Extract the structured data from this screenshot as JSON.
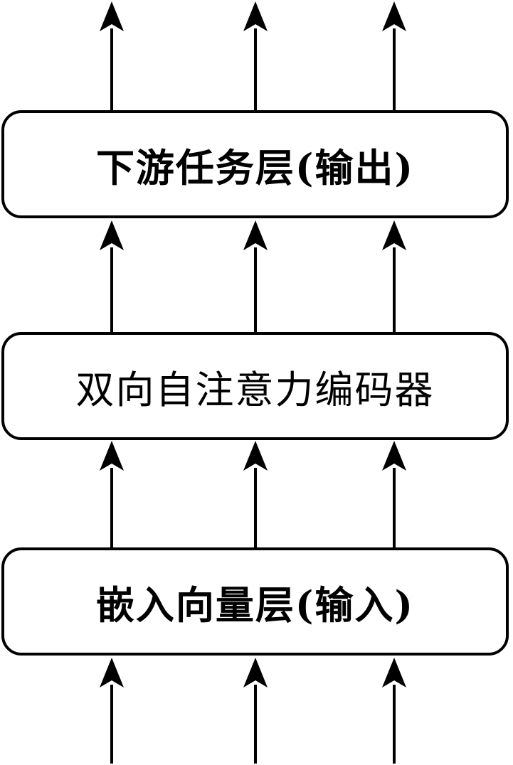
{
  "diagram": {
    "layers": [
      {
        "id": "output",
        "label": "下游任务层(输出)"
      },
      {
        "id": "encoder",
        "label": "双向自注意力编码器"
      },
      {
        "id": "input",
        "label": "嵌入向量层(输入)"
      }
    ],
    "colors": {
      "stroke": "#000000",
      "fill": "#ffffff",
      "text": "#000000"
    },
    "icons": {
      "arrow": "arrow-up-icon"
    }
  }
}
